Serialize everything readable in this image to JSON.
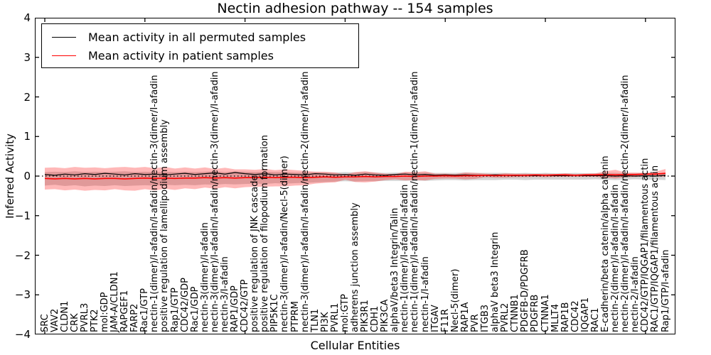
{
  "title": "Nectin adhesion pathway -- 154 samples",
  "legend": [
    {
      "label": "Mean activity in all permuted samples",
      "color": "#000000"
    },
    {
      "label": "Mean activity in patient samples",
      "color": "#ff0000"
    }
  ],
  "chart_data": {
    "type": "line",
    "title": "Nectin adhesion pathway -- 154 samples",
    "xlabel": "Cellular Entities",
    "ylabel": "Inferred Activity",
    "ylim": [
      -4,
      4
    ],
    "yticks": [
      4,
      3,
      2,
      1,
      0,
      -1,
      -2,
      -3,
      -4
    ],
    "xtick_marks": [
      0,
      10,
      20,
      30,
      40,
      50,
      60
    ],
    "grid": false,
    "legend_position": "upper left",
    "zero_line": {
      "style": "dotted",
      "color": "#000000",
      "y": 0
    },
    "categories": [
      "SRC",
      "VAV2",
      "CLDN1",
      "CRK",
      "PVRL3",
      "PTK2",
      "mol:GDP",
      "JAM-A/CLDN1",
      "RAPGEF1",
      "FARP2",
      "Rac1/GTP",
      "nectin-1(dimer)/I-afadin/I-afadin/nectin-3(dimer/I-afadin",
      "positive regulation of lamellipodium assembly",
      "Rap1/GTP",
      "CDC42/GDP",
      "Rac1/GDP",
      "nectin-3(dimer)/I-afadin",
      "nectin-3(dimer)/I-afadin/I-afadin/nectin-3(dimer)/I-afadin",
      "nectin-3/I-afadin",
      "RAP1/GDP",
      "CDC42/GTP",
      "positive regulation of JNK cascade",
      "positive regulation of filopodium formation",
      "PIP5K1C",
      "nectin-3(dimer)/I-afadin/Necl-5(dimer)",
      "PTPRM",
      "nectin-3(dimer)/I-afadin/I-afadin/nectin-2(dimer)/I-afadin",
      "TLN1",
      "PI3K",
      "PVRL1",
      "mol:GTP",
      "adherens junction assembly",
      "PIK3R1",
      "CDH1",
      "PIK3CA",
      "alphaV/beta3 Integrin/Talin",
      "nectin-1(dimer)/I-afadin/I-afadin",
      "nectin-1(dimer)/I-afadin/I-afadin/nectin-1(dimer)/I-afadin",
      "nectin-1/I-afadin",
      "ITGAV",
      "F11R",
      "Necl-5(dimer)",
      "RAP1A",
      "PVR",
      "ITGB3",
      "alphaV beta3 Integrin",
      "PVRL2",
      "CTNNB1",
      "PDGFB-D/PDGFRB",
      "PDGFRB",
      "CTNNA1",
      "MLLT4",
      "RAP1B",
      "CDC42",
      "IQGAP1",
      "RAC1",
      "E-cadherin/beta catenin/alpha catenin",
      "nectin-2(dimer)/I-afadin/I-afadin",
      "nectin-2(dimer)/I-afadin/I-afadin/nectin-2(dimer/I-afadin",
      "nectin-2/I-afadin",
      "CDC42/GTP/IQGAP1/filamentous actin",
      "RAC1/GTP/IQGAP1/filamentous actin",
      "Rap1/GTP/I-afadin"
    ],
    "series": [
      {
        "name": "Mean activity in all permuted samples",
        "color": "#000000",
        "width": 1.2,
        "values": [
          0.04,
          0.02,
          0.05,
          0.03,
          0.06,
          0.04,
          0.07,
          0.05,
          0.03,
          0.06,
          0.04,
          0.05,
          0.03,
          0.05,
          0.07,
          0.04,
          0.06,
          0.08,
          0.05,
          0.09,
          0.06,
          0.04,
          0.06,
          0.03,
          0.05,
          0.04,
          0.03,
          0.06,
          0.05,
          0.03,
          0.04,
          0.02,
          0.05,
          0.03,
          0.02,
          0.04,
          0.05,
          0.03,
          0.04,
          0.02,
          0.03,
          0.02,
          0.03,
          0.02,
          0.02,
          0.03,
          0.02,
          0.01,
          0.02,
          0.01,
          0.02,
          0.01,
          0.01,
          0.02,
          0.01,
          0.01,
          0.01,
          0.0,
          0.01,
          0.0,
          0.01,
          0.0,
          0.02
        ]
      },
      {
        "name": "Mean activity in patient samples",
        "color": "#ff0000",
        "width": 1.6,
        "values": [
          -0.06,
          -0.07,
          -0.06,
          -0.07,
          -0.06,
          -0.07,
          -0.06,
          -0.06,
          -0.07,
          -0.06,
          -0.05,
          -0.06,
          -0.05,
          -0.06,
          -0.05,
          -0.05,
          -0.04,
          -0.05,
          -0.04,
          -0.05,
          -0.04,
          -0.04,
          -0.03,
          -0.04,
          -0.03,
          -0.03,
          -0.04,
          -0.03,
          -0.02,
          -0.03,
          -0.02,
          -0.02,
          -0.01,
          -0.02,
          -0.01,
          -0.01,
          0.0,
          -0.01,
          0.0,
          0.0,
          0.01,
          0.0,
          0.01,
          0.01,
          0.02,
          0.01,
          0.02,
          0.02,
          0.02,
          0.03,
          0.02,
          0.03,
          0.03,
          0.02,
          0.03,
          0.03,
          0.04,
          0.03,
          0.04,
          0.04,
          0.05,
          0.05,
          0.07
        ]
      }
    ],
    "bands": [
      {
        "name": "permuted-samples-range",
        "color": "#999999",
        "opacity": 0.42,
        "upper": [
          0.1,
          0.11,
          0.1,
          0.12,
          0.1,
          0.11,
          0.1,
          0.11,
          0.12,
          0.1,
          0.11,
          0.1,
          0.11,
          0.1,
          0.11,
          0.1,
          0.11,
          0.12,
          0.1,
          0.12,
          0.11,
          0.1,
          0.11,
          0.1,
          0.1,
          0.09,
          0.09,
          0.1,
          0.09,
          0.09,
          0.1,
          0.09,
          0.1,
          0.09,
          0.08,
          0.09,
          0.09,
          0.08,
          0.09,
          0.08,
          0.08,
          0.08,
          0.09,
          0.08,
          0.08,
          0.08,
          0.08,
          0.07,
          0.08,
          0.07,
          0.08,
          0.07,
          0.07,
          0.08,
          0.07,
          0.07,
          0.08,
          0.08,
          0.07,
          0.07,
          0.08,
          0.07,
          0.08
        ],
        "lower": [
          -0.24,
          -0.22,
          -0.25,
          -0.23,
          -0.26,
          -0.24,
          -0.25,
          -0.23,
          -0.25,
          -0.24,
          -0.23,
          -0.24,
          -0.22,
          -0.23,
          -0.22,
          -0.23,
          -0.21,
          -0.22,
          -0.2,
          -0.21,
          -0.2,
          -0.19,
          -0.2,
          -0.18,
          -0.19,
          -0.18,
          -0.17,
          -0.16,
          -0.15,
          -0.14,
          -0.13,
          -0.14,
          -0.13,
          -0.13,
          -0.12,
          -0.12,
          -0.12,
          -0.11,
          -0.12,
          -0.11,
          -0.1,
          -0.1,
          -0.11,
          -0.1,
          -0.1,
          -0.1,
          -0.09,
          -0.09,
          -0.1,
          -0.09,
          -0.09,
          -0.09,
          -0.09,
          -0.09,
          -0.09,
          -0.08,
          -0.09,
          -0.1,
          -0.09,
          -0.08,
          -0.09,
          -0.09,
          -0.1
        ]
      },
      {
        "name": "patient-samples-range",
        "color": "#ff0000",
        "opacity": 0.28,
        "upper": [
          0.21,
          0.22,
          0.2,
          0.23,
          0.21,
          0.22,
          0.2,
          0.22,
          0.23,
          0.21,
          0.23,
          0.2,
          0.23,
          0.19,
          0.22,
          0.19,
          0.22,
          0.18,
          0.21,
          0.17,
          0.17,
          0.16,
          0.18,
          0.15,
          0.17,
          0.15,
          0.13,
          0.11,
          0.11,
          0.09,
          0.04,
          0.1,
          0.12,
          0.09,
          0.06,
          0.05,
          0.11,
          0.1,
          0.12,
          0.06,
          0.06,
          0.05,
          0.09,
          0.08,
          0.06,
          0.05,
          0.07,
          0.06,
          0.06,
          0.05,
          0.06,
          0.05,
          0.07,
          0.05,
          0.06,
          0.07,
          0.12,
          0.16,
          0.09,
          0.09,
          0.08,
          0.11,
          0.18
        ],
        "lower": [
          -0.34,
          -0.33,
          -0.36,
          -0.34,
          -0.37,
          -0.35,
          -0.36,
          -0.33,
          -0.36,
          -0.37,
          -0.33,
          -0.36,
          -0.32,
          -0.35,
          -0.31,
          -0.33,
          -0.29,
          -0.32,
          -0.28,
          -0.31,
          -0.28,
          -0.27,
          -0.27,
          -0.26,
          -0.26,
          -0.24,
          -0.23,
          -0.19,
          -0.17,
          -0.16,
          -0.09,
          -0.15,
          -0.16,
          -0.14,
          -0.1,
          -0.08,
          -0.11,
          -0.1,
          -0.11,
          -0.07,
          -0.06,
          -0.06,
          -0.08,
          -0.07,
          -0.03,
          -0.04,
          -0.04,
          -0.03,
          -0.03,
          -0.02,
          -0.03,
          -0.02,
          -0.02,
          -0.02,
          -0.02,
          -0.02,
          -0.04,
          -0.06,
          -0.03,
          -0.02,
          -0.01,
          -0.01,
          -0.02
        ]
      }
    ]
  }
}
